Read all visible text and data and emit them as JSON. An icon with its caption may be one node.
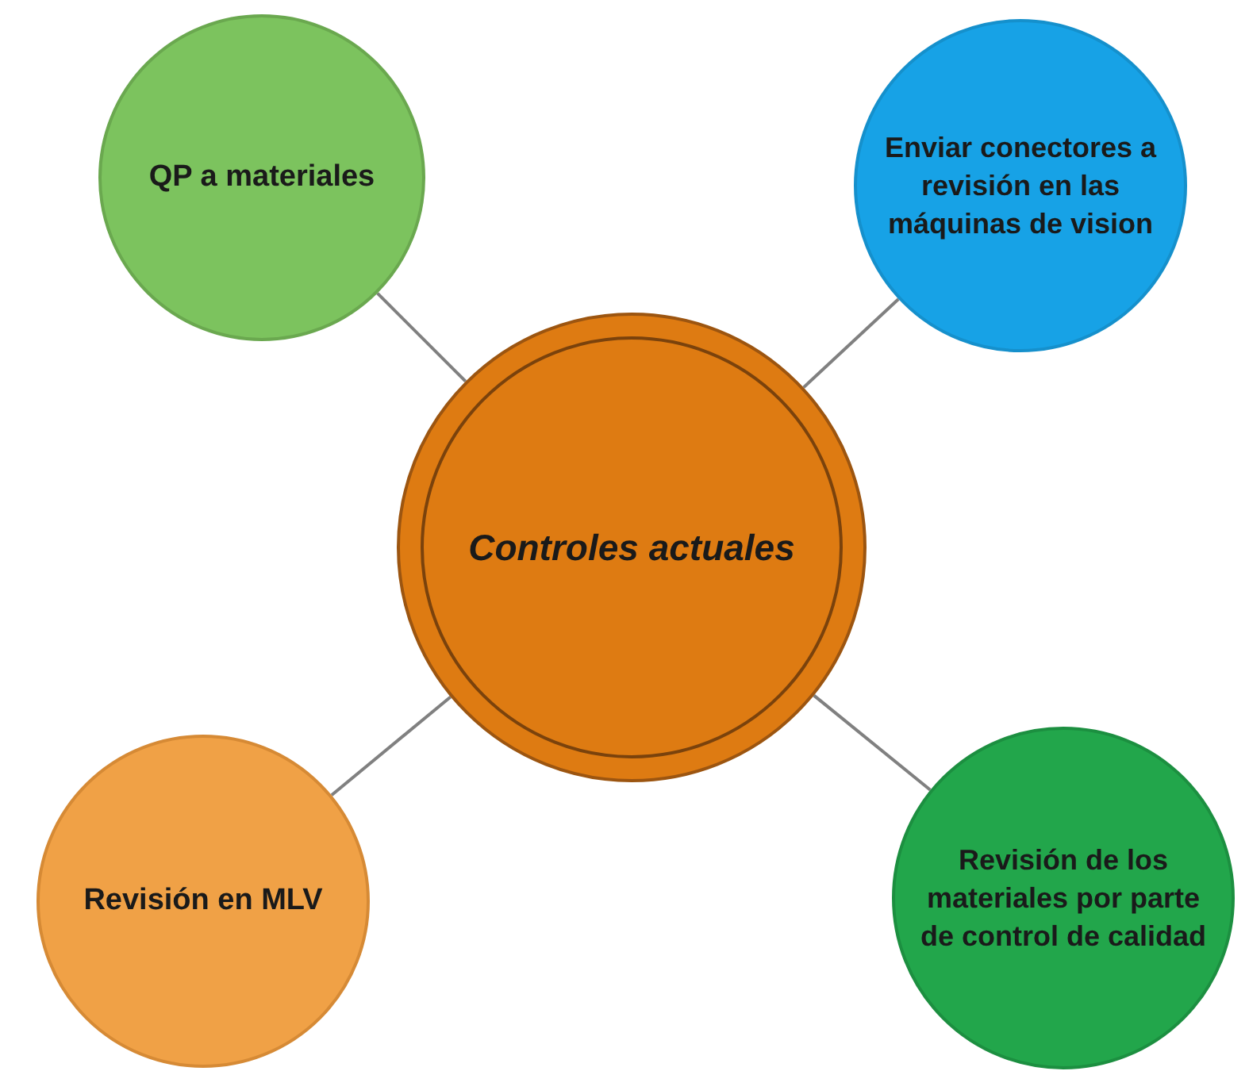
{
  "diagram": {
    "nodes": [
      {
        "text": [
          "QP a materiales"
        ]
      },
      {
        "text": [
          "Enviar conectores a revisión en las máquinas de vision"
        ]
      },
      {
        "text": [
          "Controles actuales"
        ]
      },
      {
        "text": [
          "Revisión en MLV"
        ]
      },
      {
        "text": [
          "Revisión de los materiales por parte de control de calidad"
        ]
      }
    ],
    "edges": [
      {
        "from": 2,
        "to": 0,
        "arrow": "none"
      },
      {
        "from": 2,
        "to": 1,
        "arrow": "none"
      },
      {
        "from": 2,
        "to": 3,
        "arrow": "none"
      },
      {
        "from": 2,
        "to": 4,
        "arrow": "none"
      }
    ]
  }
}
